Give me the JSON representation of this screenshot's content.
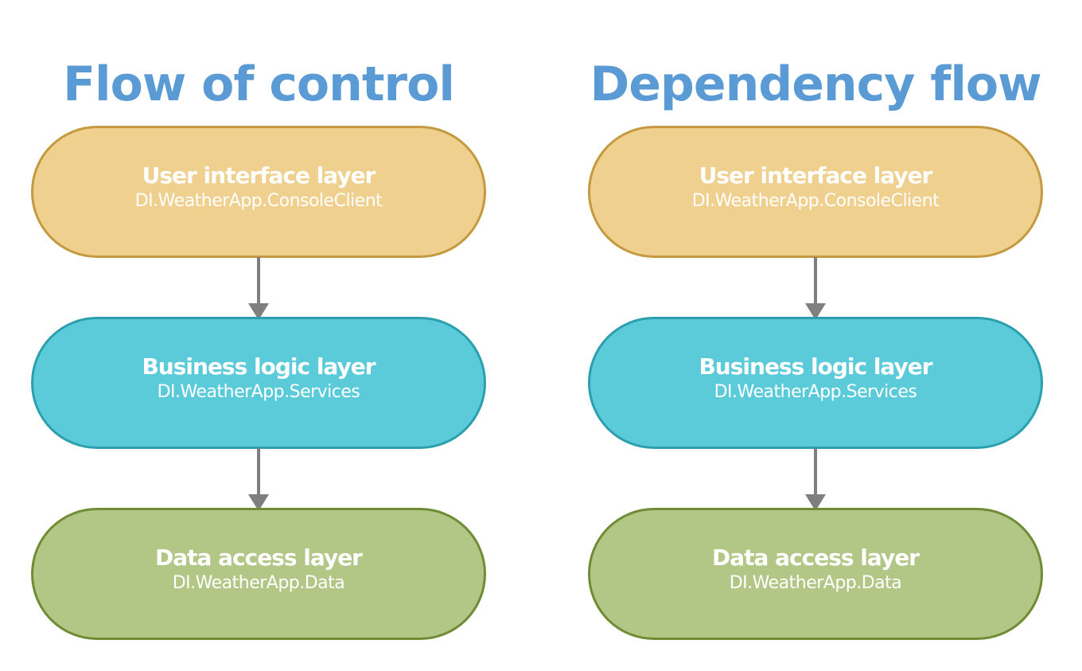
{
  "diagram": {
    "columns": [
      {
        "title": "Flow of control",
        "layers": [
          {
            "name": "User interface layer",
            "namespace": "DI.WeatherApp.ConsoleClient"
          },
          {
            "name": "Business logic layer",
            "namespace": "DI.WeatherApp.Services"
          },
          {
            "name": "Data access layer",
            "namespace": "DI.WeatherApp.Data"
          }
        ]
      },
      {
        "title": "Dependency flow",
        "layers": [
          {
            "name": "User interface layer",
            "namespace": "DI.WeatherApp.ConsoleClient"
          },
          {
            "name": "Business logic layer",
            "namespace": "DI.WeatherApp.Services"
          },
          {
            "name": "Data access layer",
            "namespace": "DI.WeatherApp.Data"
          }
        ]
      }
    ],
    "colors": {
      "title": "#5b9bd5",
      "ui_fill": "#f0d08e",
      "ui_border": "#c4993f",
      "business_fill": "#5bcbda",
      "business_border": "#2b9fae",
      "data_fill": "#b2c686",
      "data_border": "#6f8c35",
      "arrow": "#7f7f7f",
      "label_text": "#ffffff"
    }
  }
}
